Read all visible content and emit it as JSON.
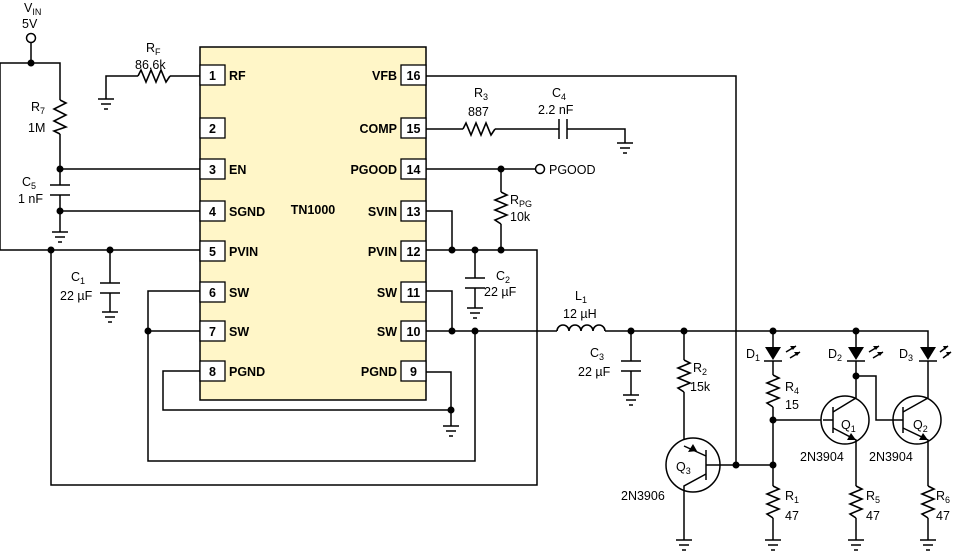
{
  "ic": {
    "name": "TN1000",
    "fill_color": "#FFF6C8",
    "left_pins": [
      {
        "num": "1",
        "name": "RF"
      },
      {
        "num": "2",
        "name": ""
      },
      {
        "num": "3",
        "name": "EN"
      },
      {
        "num": "4",
        "name": "SGND"
      },
      {
        "num": "5",
        "name": "PVIN"
      },
      {
        "num": "6",
        "name": "SW"
      },
      {
        "num": "7",
        "name": "SW"
      },
      {
        "num": "8",
        "name": "PGND"
      }
    ],
    "right_pins": [
      {
        "num": "16",
        "name": "VFB"
      },
      {
        "num": "15",
        "name": "COMP"
      },
      {
        "num": "14",
        "name": "PGOOD"
      },
      {
        "num": "13",
        "name": "SVIN"
      },
      {
        "num": "12",
        "name": "PVIN"
      },
      {
        "num": "11",
        "name": "SW"
      },
      {
        "num": "10",
        "name": "SW"
      },
      {
        "num": "9",
        "name": "PGND"
      }
    ]
  },
  "vin": {
    "name": "V",
    "sub": "IN",
    "value": "5V"
  },
  "pgood_label": "PGOOD",
  "components": {
    "rf": {
      "name": "R",
      "sub": "F",
      "value": "86.6k"
    },
    "r7": {
      "name": "R",
      "sub": "7",
      "value": "1M"
    },
    "c5": {
      "name": "C",
      "sub": "5",
      "value": "1 nF"
    },
    "c1": {
      "name": "C",
      "sub": "1",
      "value": "22 µF"
    },
    "r3": {
      "name": "R",
      "sub": "3",
      "value": "887"
    },
    "c4": {
      "name": "C",
      "sub": "4",
      "value": "2.2 nF"
    },
    "rpg": {
      "name": "R",
      "sub": "PG",
      "value": "10k"
    },
    "c2": {
      "name": "C",
      "sub": "2",
      "value": "22 µF"
    },
    "l1": {
      "name": "L",
      "sub": "1",
      "value": "12 µH"
    },
    "c3": {
      "name": "C",
      "sub": "3",
      "value": "22 µF"
    },
    "r2": {
      "name": "R",
      "sub": "2",
      "value": "15k"
    },
    "q3": {
      "name": "Q",
      "sub": "3",
      "part": "2N3906"
    },
    "d1": {
      "name": "D",
      "sub": "1"
    },
    "d2": {
      "name": "D",
      "sub": "2"
    },
    "d3": {
      "name": "D",
      "sub": "3"
    },
    "r4": {
      "name": "R",
      "sub": "4",
      "value": "15"
    },
    "r1": {
      "name": "R",
      "sub": "1",
      "value": "47"
    },
    "q1": {
      "name": "Q",
      "sub": "1",
      "part": "2N3904"
    },
    "q2": {
      "name": "Q",
      "sub": "2",
      "part": "2N3904"
    },
    "r5": {
      "name": "R",
      "sub": "5",
      "value": "47"
    },
    "r6": {
      "name": "R",
      "sub": "6",
      "value": "47"
    }
  }
}
